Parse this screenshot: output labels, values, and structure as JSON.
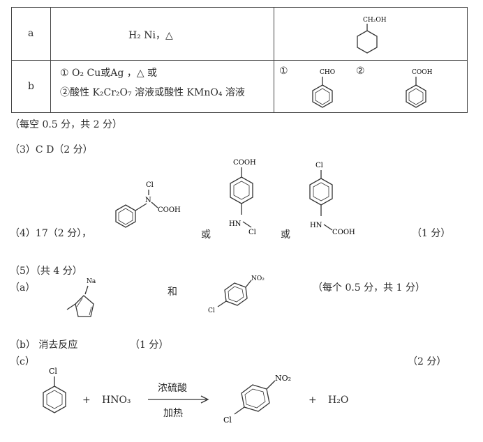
{
  "table": {
    "row_a": {
      "label": "a",
      "reagent": "H₂  Ni，△"
    },
    "row_b": {
      "label": "b",
      "cond1": "① O₂  Cu或Ag ，△  或",
      "cond2": "②酸性 K₂Cr₂O₇ 溶液或酸性 KMnO₄ 溶液",
      "mark1": "①",
      "mark2": "②"
    }
  },
  "structure_labels": {
    "ch2oh": "CH₂OH",
    "cho": "CHO",
    "cooh": "COOH",
    "cl": "Cl",
    "n": "N",
    "hn": "HN",
    "na": "Na",
    "no2": "NO₂"
  },
  "answers": {
    "score_table": "（每空 0.5 分，共 2 分）",
    "q3": "（3）C D（2 分）",
    "q4": "（4）17（2 分），",
    "or": "或",
    "q4_score": "（1 分）",
    "q5": "（5）（共 4 分）",
    "a": "（a）",
    "and": "和",
    "a_score": "（每个 0.5 分，共 1 分）",
    "b": "（b）  消去反应",
    "b_score": "（1 分）",
    "c": "（c）",
    "c_score": "（2 分）"
  },
  "equation": {
    "plus": "+",
    "hno3": "HNO₃",
    "catalyst": "浓硫酸",
    "condition": "加热",
    "h2o": "H₂O"
  }
}
